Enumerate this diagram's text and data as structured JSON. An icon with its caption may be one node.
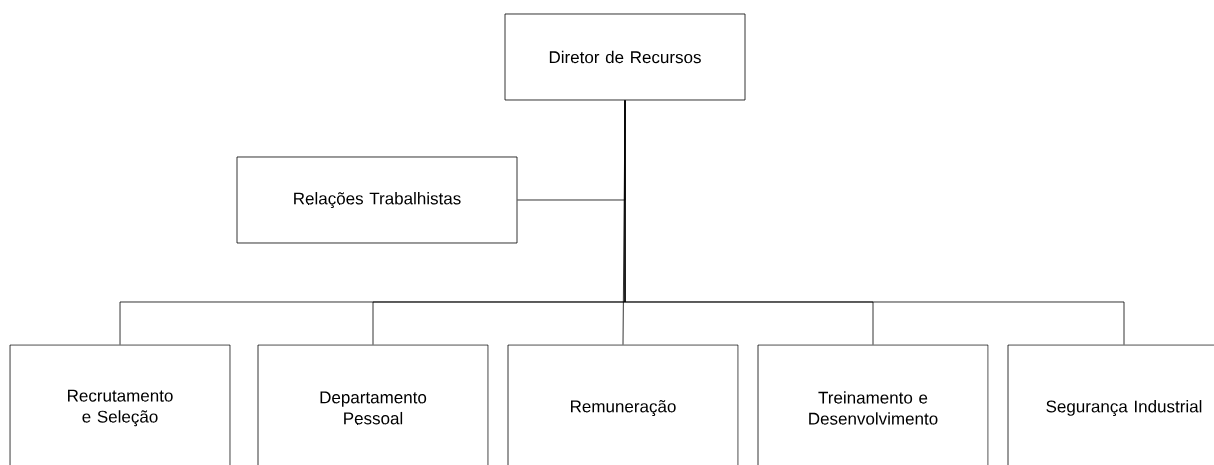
{
  "diagram": {
    "nodes": [
      {
        "text": [
          "Diretor de Recursos"
        ]
      },
      {
        "text": [
          "Relações Trabalhistas"
        ]
      },
      {
        "text": [
          "Recrutamento e Seleção"
        ]
      },
      {
        "text": [
          "Departamento Pessoal"
        ]
      },
      {
        "text": [
          "Remuneração"
        ]
      },
      {
        "text": [
          "Treinamento e Desenvolvimento"
        ]
      },
      {
        "text": [
          "Segurança Industrial"
        ]
      }
    ],
    "edges": [
      {
        "from": 0,
        "to": 1,
        "arrow": "none"
      },
      {
        "from": 0,
        "to": 2,
        "arrow": "none"
      },
      {
        "from": 0,
        "to": 3,
        "arrow": "none"
      },
      {
        "from": 0,
        "to": 4,
        "arrow": "none"
      },
      {
        "from": 0,
        "to": 5,
        "arrow": "none"
      },
      {
        "from": 0,
        "to": 6,
        "arrow": "none"
      }
    ]
  }
}
